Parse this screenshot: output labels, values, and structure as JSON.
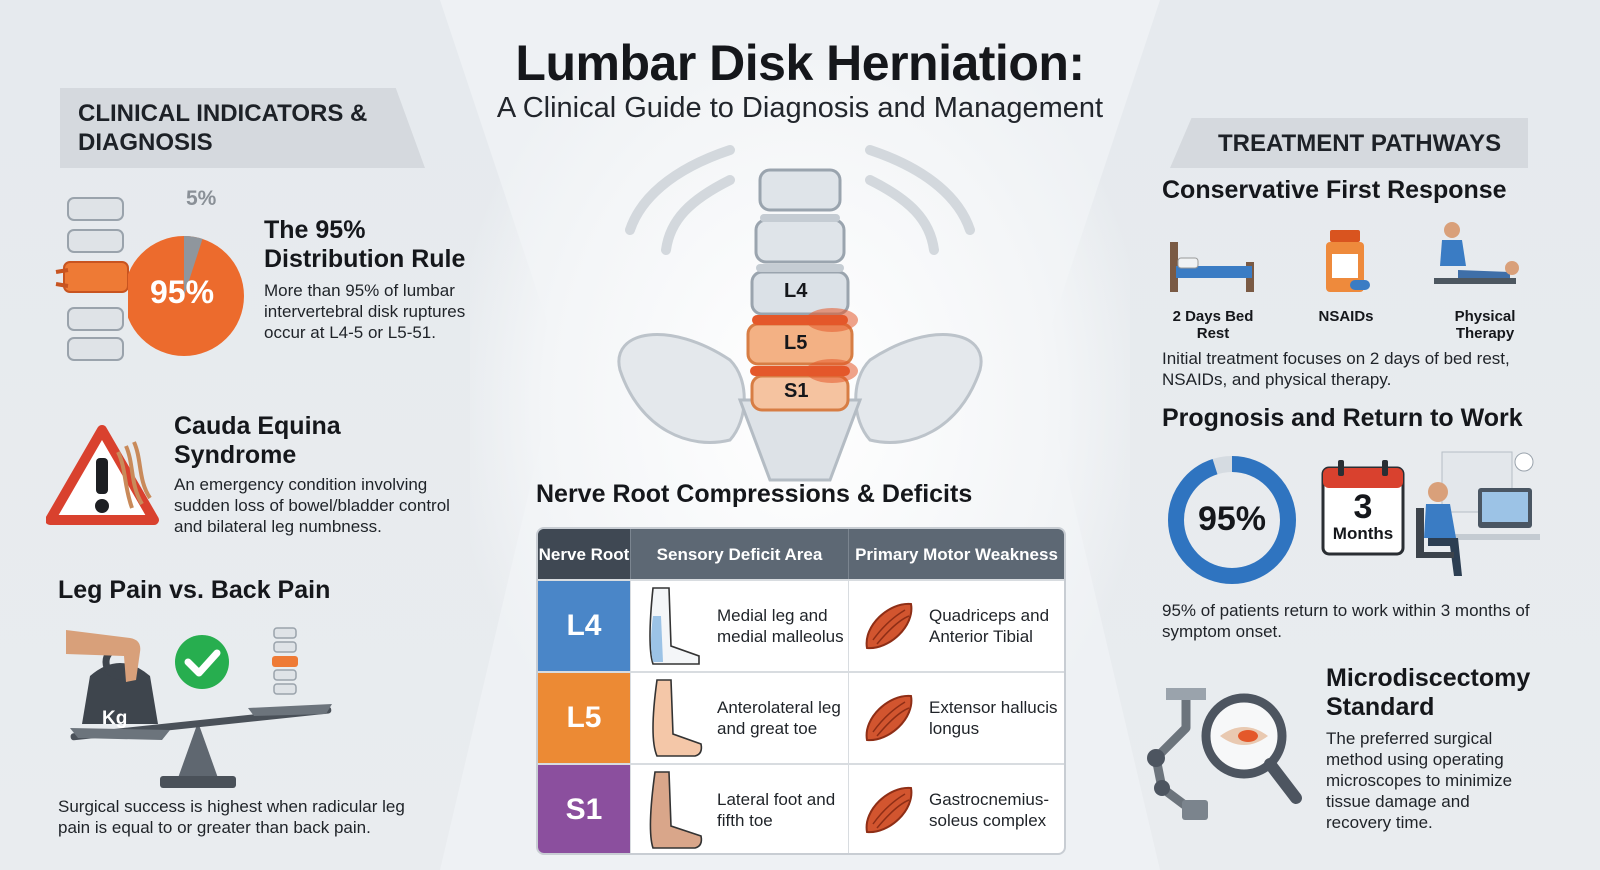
{
  "title": "Lumbar Disk Herniation:",
  "subtitle": "A Clinical Guide to Diagnosis and Management",
  "left": {
    "banner": "CLINICAL INDICATORS & DIAGNOSIS",
    "distribution": {
      "pie_major": "95%",
      "pie_minor": "5%",
      "major_value": 95,
      "minor_value": 5,
      "heading": "The 95% Distribution Rule",
      "text": "More than 95% of lumbar intervertebral disk ruptures occur at L4-5 or L5-51."
    },
    "cauda": {
      "heading": "Cauda Equina Syndrome",
      "text": "An emergency condition involving sudden loss of bowel/bladder control and bilateral leg numbness."
    },
    "legpain": {
      "heading": "Leg Pain vs. Back Pain",
      "weight_label": "Kg",
      "text": "Surgical success is highest when radicular leg pain is equal to or greater than back pain."
    }
  },
  "spine": {
    "l4": "L4",
    "l5": "L5",
    "s1": "S1"
  },
  "table": {
    "heading": "Nerve Root Compressions & Deficits",
    "headers": [
      "Nerve Root",
      "Sensory Deficit Area",
      "Primary Motor Weakness"
    ],
    "rows": [
      {
        "root": "L4",
        "color": "#4a86c8",
        "sensory": "Medial leg and medial malleolus",
        "motor": "Quadriceps and Anterior Tibial"
      },
      {
        "root": "L5",
        "color": "#ec8a34",
        "sensory": "Anterolateral leg and great toe",
        "motor": "Extensor hallucis longus"
      },
      {
        "root": "S1",
        "color": "#8b4f9e",
        "sensory": "Lateral foot and fifth toe",
        "motor": "Gastrocnemius-soleus complex"
      }
    ]
  },
  "right": {
    "banner": "TREATMENT PATHWAYS",
    "conservative": {
      "heading": "Conservative First Response",
      "items": [
        "2 Days Bed Rest",
        "NSAIDs",
        "Physical Therapy"
      ],
      "text": "Initial treatment focuses on 2 days of bed rest, NSAIDs, and physical therapy."
    },
    "prognosis": {
      "heading": "Prognosis and Return to Work",
      "ring_label": "95%",
      "ring_value": 95,
      "cal_number": "3",
      "cal_unit": "Months",
      "text": "95% of patients return to work within 3 months of symptom onset."
    },
    "micro": {
      "heading": "Microdiscectomy Standard",
      "text": "The preferred surgical method using operating microscopes to minimize tissue damage and recovery time."
    }
  },
  "colors": {
    "accent_orange": "#ec6b2d",
    "accent_blue": "#2f74c0",
    "green_check": "#27ae4f",
    "warning_red": "#d9412e"
  }
}
